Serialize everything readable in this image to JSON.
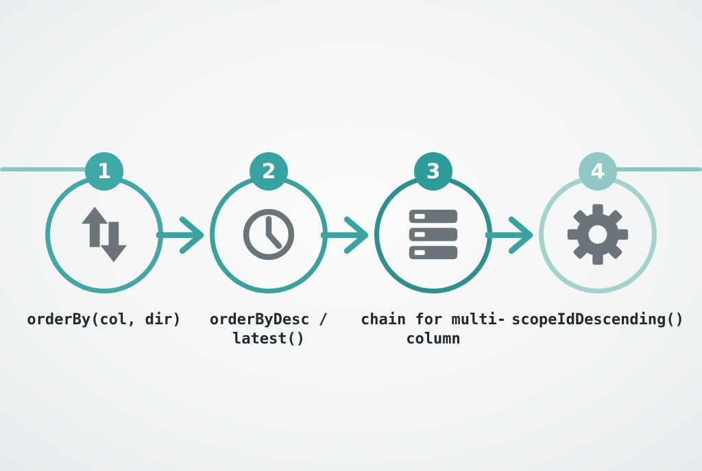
{
  "diagram": {
    "type": "process-flow",
    "step_count": 4,
    "steps": [
      {
        "number": "1",
        "icon": "sort-arrows-icon",
        "label": "orderBy(col, dir)"
      },
      {
        "number": "2",
        "icon": "clock-icon",
        "label": "orderByDesc / latest()"
      },
      {
        "number": "3",
        "icon": "database-stack-icon",
        "label": "chain for multi-column"
      },
      {
        "number": "4",
        "icon": "gear-icon",
        "label": "scopeIdDescending()"
      }
    ],
    "connectors": [
      "arrow-right",
      "arrow-right",
      "arrow-right"
    ],
    "colors": {
      "badge_1": "#3FA7A5",
      "badge_2": "#38A3A0",
      "badge_3": "#2D9B99",
      "badge_4": "#92C9C6",
      "ring_1": "#45A7A5",
      "ring_2": "#3BA09E",
      "ring_3": "#2E8F8D",
      "ring_4": "#A6D2CE",
      "connector_arrow": "#3AA3A1",
      "edge_line": "#87C6C3",
      "icon_gray": "#6B7478",
      "label_text": "#22282C"
    }
  }
}
